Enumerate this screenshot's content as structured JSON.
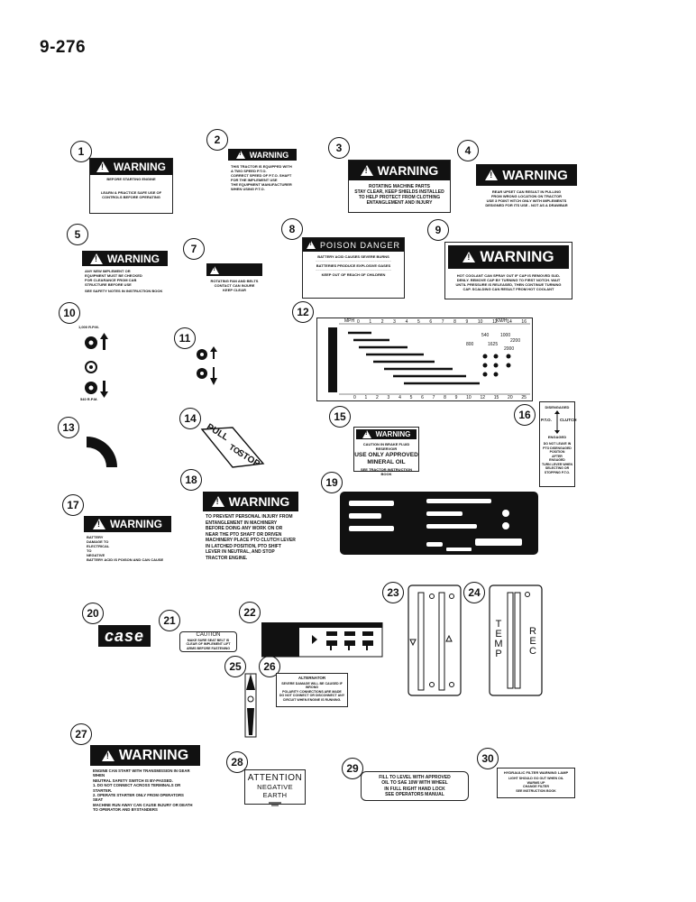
{
  "page_number": "9-276",
  "callouts": [
    "1",
    "2",
    "3",
    "4",
    "5",
    "7",
    "8",
    "9",
    "10",
    "11",
    "12",
    "13",
    "14",
    "15",
    "16",
    "17",
    "18",
    "19",
    "20",
    "21",
    "22",
    "23",
    "24",
    "25",
    "26",
    "27",
    "28",
    "29",
    "30"
  ],
  "decals": {
    "d1": {
      "title": "WARNING",
      "lines": [
        "BEFORE STARTING ENGINE",
        "LEARN & PRACTICE SAFE USE OF CONTROLS BEFORE OPERATING"
      ]
    },
    "d2": {
      "title": "WARNING",
      "lines": [
        "THIS TRACTOR IS EQUIPPED WITH A TWO SPEED P.T.O.",
        "CORRECT SPEED OF P.T.O. SHAFT",
        "FOR THE IMPLEMENT USE",
        "THE EQUIPMENT MANUFACTURER",
        "WHEN USING P.T.O."
      ]
    },
    "d3": {
      "title": "WARNING",
      "lines": [
        "ROTATING MACHINE PARTS",
        "STAY CLEAR, KEEP SHIELDS INSTALLED",
        "TO HELP PROTECT FROM CLOTHING",
        "ENTANGLEMENT AND INJURY"
      ]
    },
    "d4": {
      "title": "WARNING",
      "lines": [
        "REAR UPSET CAN RESULT IN PULLING",
        "FROM WRONG LOCATION ON TRACTOR",
        "USE 3 POINT HITCH ONLY WITH IMPLEMENTS",
        "DESIGNED FOR ITS USE - NOT AS A DRAWBAR"
      ]
    },
    "d5": {
      "title": "WARNING",
      "lines": [
        "ANY NEW IMPLEMENT OR",
        "EQUIPMENT MUST BE CHECKED",
        "FOR CLEARANCE FROM CAB",
        "STRUCTURE BEFORE USE",
        "SEE SAFETY NOTES IN INSTRUCTION BOOK"
      ]
    },
    "d7": {
      "lines": [
        "ROTATING FAN AND BELTS",
        "CONTACT CAN INJURE",
        "KEEP CLEAR"
      ]
    },
    "d8": {
      "title": "POISON DANGER",
      "lines": [
        "BATTERY ACID CAUSES SEVERE BURNS",
        "BATTERIES PRODUCE EXPLOSIVE GASES",
        "KEEP OUT OF REACH OF CHILDREN"
      ]
    },
    "d9": {
      "title": "WARNING",
      "lines": [
        "HOT COOLANT CAN SPRAY OUT IF CAP IS REMOVED SUD-",
        "DENLY. REMOVE CAP BY TURNING TO FIRST NOTCH. WAIT",
        "UNTIL PRESSURE IS RELEASED, THEN CONTINUE TURNING",
        "CAP. SCALDING CAN RESULT FROM HOT COOLANT"
      ]
    },
    "d10": {
      "rpm_top": "1,000 R.P.M.",
      "rpm_bottom": "540 R.P.M."
    },
    "d12": {
      "top_labels": [
        "MPH",
        "KM/H"
      ],
      "top_scale": [
        "0",
        "1",
        "2",
        "3",
        "4",
        "5",
        "6",
        "7",
        "8",
        "9",
        "10",
        "12",
        "14",
        "16"
      ],
      "bottom_scale": [
        "0",
        "1",
        "2",
        "3",
        "4",
        "5",
        "6",
        "7",
        "8",
        "9",
        "10",
        "12",
        "15",
        "20",
        "25"
      ],
      "rpm": [
        "540",
        "1000",
        "800",
        "1625",
        "2200",
        "2000"
      ]
    },
    "d14": {
      "line1": "PULL",
      "line2": "TO",
      "line3": "STOP"
    },
    "d15": {
      "title": "WARNING",
      "lines": [
        "CAUTION IN BRAKE FLUID RESERVOIR",
        "USE ONLY APPROVED",
        "MINERAL OIL",
        "SEE TRACTOR INSTRUCTION BOOK"
      ]
    },
    "d16": {
      "top": "DISENGAGED",
      "left": "P.T.O.",
      "right": "CLUTCH",
      "bottom": "ENGAGED",
      "notes": [
        "DO NOT LEAVE IN",
        "PTO DISENGAGED",
        "POSITION",
        "AFTER",
        "ENGAGED",
        "TURN LEVER WHEN",
        "SELECTING OR",
        "STOPPING P.T.O."
      ]
    },
    "d17": {
      "title": "WARNING",
      "lines": [
        "BATTERY",
        "DAMAGE TO",
        "ELECTRICAL",
        "TO",
        "NEGATIVE",
        "BATTERY ACID IS POISON AND CAN CAUSE"
      ]
    },
    "d18": {
      "title": "WARNING",
      "lines": [
        "TO PREVENT PERSONAL INJURY FROM",
        "ENTANGLEMENT IN MACHINERY",
        "BEFORE DOING ANY WORK ON OR",
        "NEAR THE PTO SHAFT OR DRIVEN",
        "MACHINERY PLACE PTO CLUTCH LEVER",
        "IN LATCHED POSITION, PTO SHIFT",
        "LEVER IN NEUTRAL, AND STOP",
        "TRACTOR ENGINE."
      ]
    },
    "d20": {
      "logo": "case"
    },
    "d21": {
      "title": "CAUTION",
      "lines": [
        "MAKE SURE SEAT BELT IS",
        "CLEAR OF IMPLEMENT LIFT",
        "ARMS BEFORE FASTENING"
      ]
    },
    "d24": {
      "left": "TEMP",
      "right": "REC"
    },
    "d26": {
      "title": "ALTERNATOR",
      "lines": [
        "SEVERE DAMAGE WILL BE CAUSED IF WRONG",
        "POLARITY CONNECTIONS ARE MADE",
        "DO NOT CONNECT OR DISCONNECT ANY",
        "CIRCUIT WHEN ENGINE IS RUNNING."
      ]
    },
    "d27": {
      "title": "WARNING",
      "lines": [
        "ENGINE CAN START WITH TRANSMISSION IN GEAR WHEN",
        "NEUTRAL SAFETY SWITCH IS BY-PASSED.",
        "1. DO NOT CONNECT ACROSS TERMINALS OR STARTER.",
        "2. OPERATE STARTER ONLY FROM OPERATORS",
        "SEAT",
        "MACHINE RUN AWAY CAN CAUSE INJURY OR DEATH",
        "TO OPERATOR AND BYSTANDERS"
      ]
    },
    "d28": {
      "title": "ATTENTION",
      "sub": "NEGATIVE EARTH"
    },
    "d29": {
      "lines": [
        "FILL TO LEVEL WITH APPROVED",
        "OIL TO SAE 10W WITH WHEEL",
        "IN FULL RIGHT HAND LOCK",
        "SEE OPERATORS MANUAL"
      ]
    },
    "d30": {
      "title": "HYDRAULIC FILTER WARNING LAMP",
      "lines": [
        "LIGHT SHOULD GO OUT WHEN OIL",
        "WARMS UP",
        "CHANGE FILTER",
        "SEE INSTRUCTION BOOK"
      ]
    }
  }
}
